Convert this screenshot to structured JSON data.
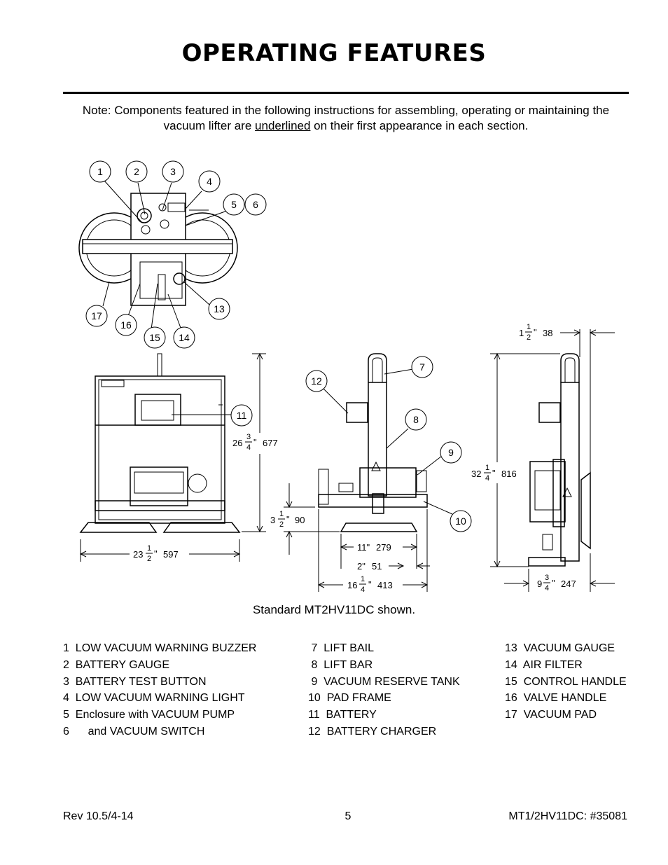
{
  "page": {
    "title": "OPERATING FEATURES",
    "note_before": "Note:  Components featured in the following instructions for assembling, operating or maintaining the vacuum lifter are ",
    "note_underlined": "underlined",
    "note_after": " on their first appearance in each section.",
    "caption": "Standard MT2HV11DC shown."
  },
  "callouts": [
    "1",
    "2",
    "3",
    "4",
    "5",
    "6",
    "7",
    "8",
    "9",
    "10",
    "11",
    "12",
    "13",
    "14",
    "15",
    "16",
    "17"
  ],
  "dimensions": {
    "front_height_whole": "26",
    "front_height_num": "3",
    "front_height_den": "4",
    "front_height_mm": "677",
    "front_width_whole": "23",
    "front_width_num": "1",
    "front_width_den": "2",
    "front_width_mm": "597",
    "side_low_whole": "3",
    "side_low_num": "1",
    "side_low_den": "2",
    "side_low_mm": "90",
    "side_11": "11\"",
    "side_11_mm": "279",
    "side_2": "2\"",
    "side_2_mm": "51",
    "side_width_whole": "16",
    "side_width_num": "1",
    "side_width_den": "4",
    "side_width_mm": "413",
    "right_top_whole": "1",
    "right_top_num": "1",
    "right_top_den": "2",
    "right_top_mm": "38",
    "right_height_whole": "32",
    "right_height_num": "1",
    "right_height_den": "4",
    "right_height_mm": "816",
    "right_bottom_whole": "9",
    "right_bottom_num": "3",
    "right_bottom_den": "4",
    "right_bottom_mm": "247",
    "inch_mark": "\""
  },
  "legend": {
    "col1": [
      "1  LOW VACUUM WARNING BUZZER",
      "2  BATTERY GAUGE",
      "3  BATTERY TEST BUTTON",
      "4  LOW VACUUM WARNING LIGHT",
      "5  Enclosure with VACUUM PUMP",
      "6      and VACUUM SWITCH"
    ],
    "col2": [
      " 7  LIFT BAIL",
      " 8  LIFT BAR",
      " 9  VACUUM RESERVE TANK",
      "10  PAD FRAME",
      "11  BATTERY",
      "12  BATTERY CHARGER"
    ],
    "col3": [
      "13  VACUUM GAUGE",
      "14  AIR FILTER",
      "15  CONTROL HANDLE",
      "16  VALVE HANDLE",
      "17  VACUUM PAD"
    ]
  },
  "footer": {
    "left": "Rev 10.5/4-14",
    "center": "5",
    "right": "MT1/2HV11DC: #35081"
  }
}
